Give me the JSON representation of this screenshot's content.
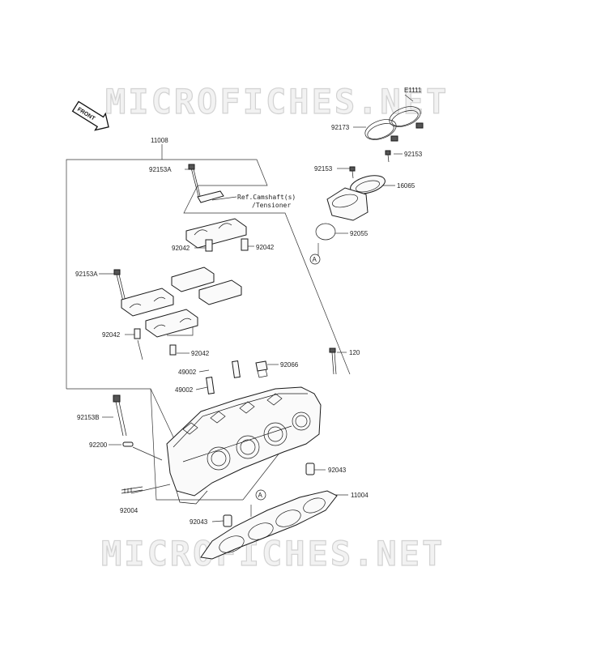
{
  "watermark": "MICROFICHES.NET",
  "front_arrow": "FRONT",
  "circle_ref": "A",
  "reference_note": {
    "line1": "Ref.Camshaft(s)",
    "line2": "/Tensioner"
  },
  "parts": [
    "11008",
    "92153A",
    "92042",
    "92042",
    "92153A",
    "92042",
    "92042",
    "49002",
    "49002",
    "92066",
    "120",
    "92153B",
    "92200",
    "92004",
    "92043",
    "92043",
    "11004",
    "E1111",
    "92173",
    "92153",
    "92153",
    "16065",
    "92055"
  ]
}
